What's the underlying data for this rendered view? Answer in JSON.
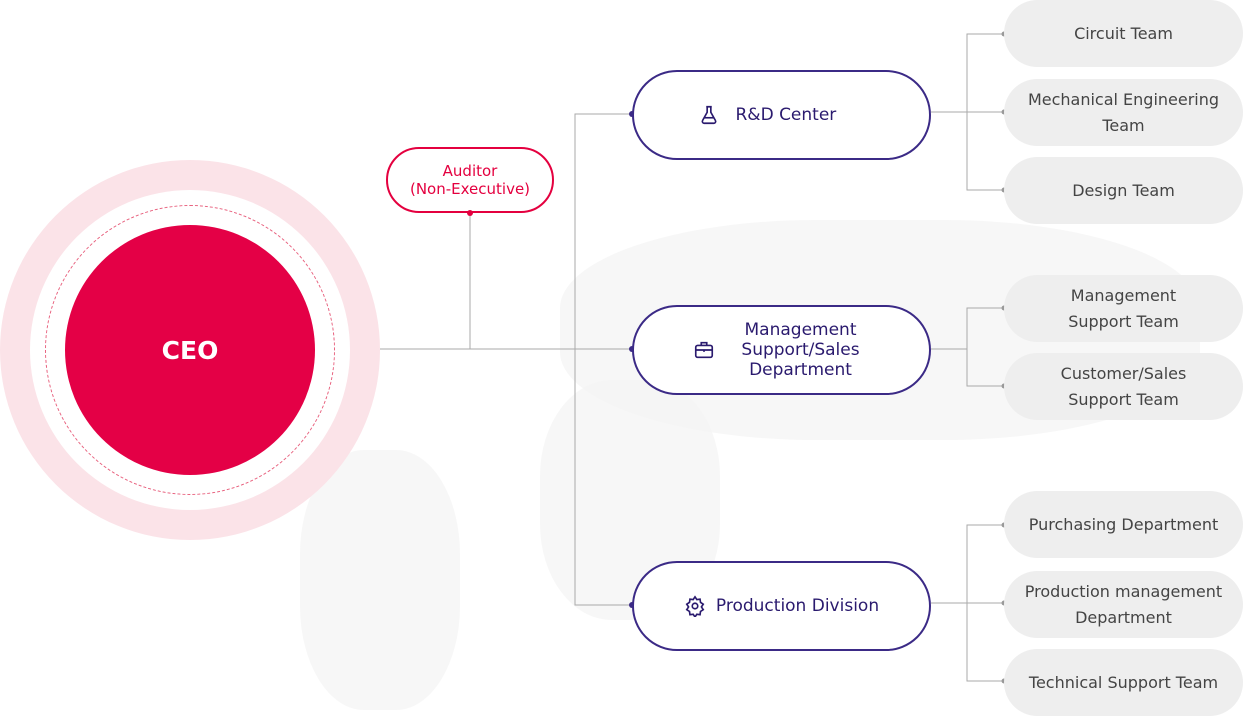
{
  "ceo": {
    "label": "CEO"
  },
  "auditor": {
    "line1": "Auditor",
    "line2": "(Non-Executive)"
  },
  "departments": [
    {
      "label": "R&D Center",
      "icon": "flask-icon",
      "teams": [
        "Circuit Team",
        "Mechanical Engineering Team",
        "Design Team"
      ]
    },
    {
      "label": "Management Support/Sales Department",
      "icon": "briefcase-icon",
      "teams": [
        "Management Support Team",
        "Customer/Sales Support Team"
      ]
    },
    {
      "label": "Production Division",
      "icon": "gear-icon",
      "teams": [
        "Purchasing Department",
        "Production management Department",
        "Technical Support Team"
      ]
    }
  ],
  "colors": {
    "ceo": "#e40046",
    "dept_border": "#3b2a86",
    "team_bg": "#eeeeee"
  }
}
